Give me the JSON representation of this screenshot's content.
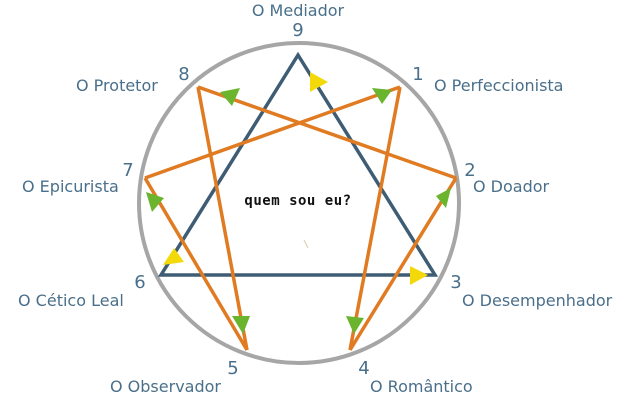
{
  "center_text": "quem sou eu?",
  "colors": {
    "circle": "#a6a6a6",
    "triangle": "#3e5d74",
    "hexad": "#e07b22",
    "arrow_green": "#6ab42e",
    "arrow_yellow": "#f4d90a",
    "text": "#4a6f8a"
  },
  "points": [
    {
      "number": "9",
      "name": "O Mediador"
    },
    {
      "number": "1",
      "name": "O Perfeccionista"
    },
    {
      "number": "2",
      "name": "O Doador"
    },
    {
      "number": "3",
      "name": "O Desempenhador"
    },
    {
      "number": "4",
      "name": "O Romântico"
    },
    {
      "number": "5",
      "name": "O Observador"
    },
    {
      "number": "6",
      "name": "O Cético Leal"
    },
    {
      "number": "7",
      "name": "O Epicurista"
    },
    {
      "number": "8",
      "name": "O Protetor"
    }
  ]
}
